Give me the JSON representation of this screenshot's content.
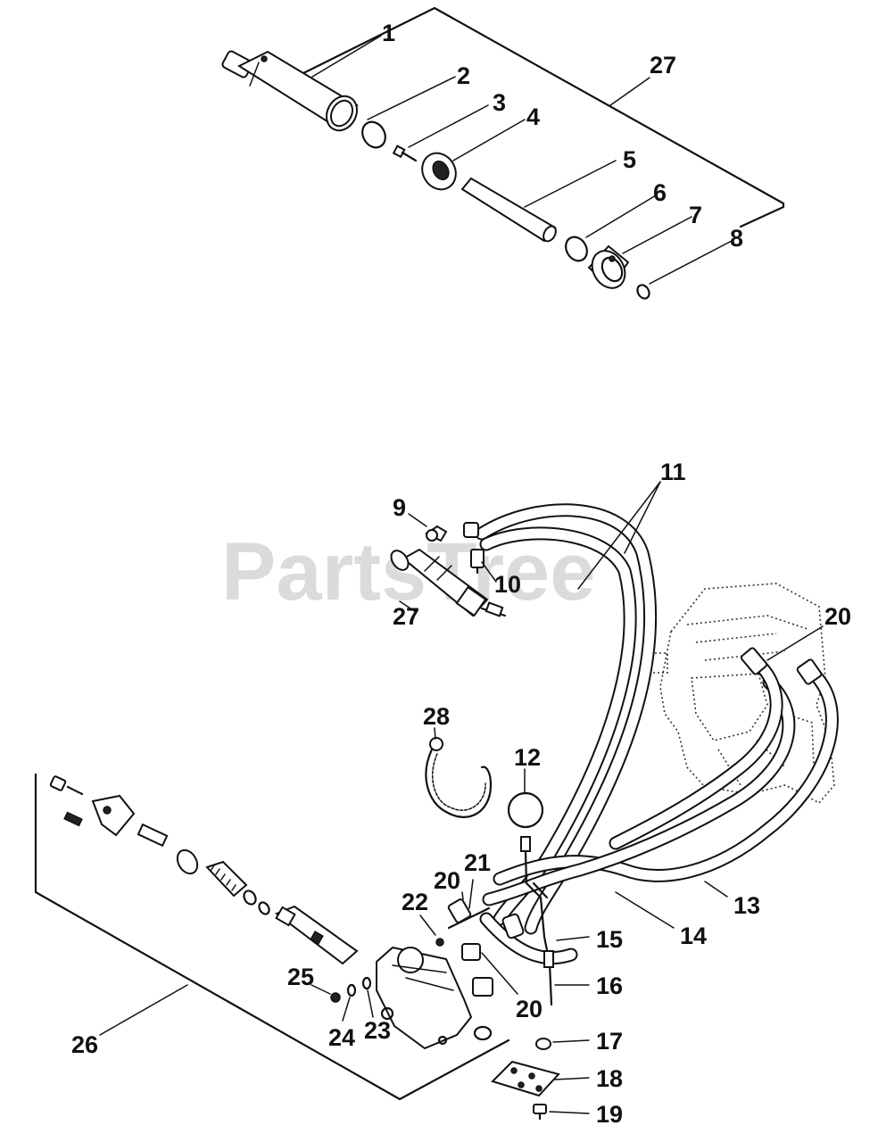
{
  "watermark": "PartsTree",
  "callouts": [
    {
      "id": "c1",
      "label": "1"
    },
    {
      "id": "c2",
      "label": "2"
    },
    {
      "id": "c3",
      "label": "3"
    },
    {
      "id": "c4",
      "label": "4"
    },
    {
      "id": "c5",
      "label": "5"
    },
    {
      "id": "c6",
      "label": "6"
    },
    {
      "id": "c7",
      "label": "7"
    },
    {
      "id": "c8",
      "label": "8"
    },
    {
      "id": "c27a",
      "label": "27"
    },
    {
      "id": "c9",
      "label": "9"
    },
    {
      "id": "c10",
      "label": "10"
    },
    {
      "id": "c11",
      "label": "11"
    },
    {
      "id": "c27b",
      "label": "27"
    },
    {
      "id": "c20a",
      "label": "20"
    },
    {
      "id": "c28",
      "label": "28"
    },
    {
      "id": "c12",
      "label": "12"
    },
    {
      "id": "c13",
      "label": "13"
    },
    {
      "id": "c14",
      "label": "14"
    },
    {
      "id": "c15",
      "label": "15"
    },
    {
      "id": "c16",
      "label": "16"
    },
    {
      "id": "c17",
      "label": "17"
    },
    {
      "id": "c18",
      "label": "18"
    },
    {
      "id": "c19",
      "label": "19"
    },
    {
      "id": "c20b",
      "label": "20"
    },
    {
      "id": "c21",
      "label": "21"
    },
    {
      "id": "c22",
      "label": "22"
    },
    {
      "id": "c20c",
      "label": "20"
    },
    {
      "id": "c23",
      "label": "23"
    },
    {
      "id": "c24",
      "label": "24"
    },
    {
      "id": "c25",
      "label": "25"
    },
    {
      "id": "c26",
      "label": "26"
    }
  ]
}
